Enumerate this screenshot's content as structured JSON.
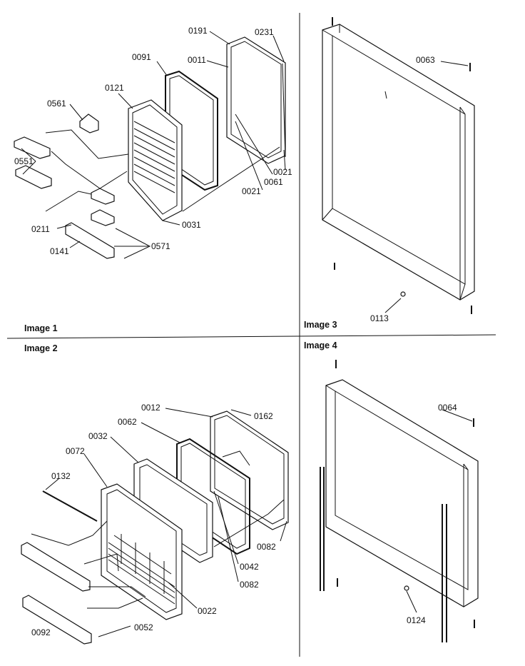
{
  "captions": {
    "image1": "Image 1",
    "image2": "Image 2",
    "image3": "Image 3",
    "image4": "Image 4"
  },
  "labels": {
    "p0191": "0191",
    "p0231": "0231",
    "p0091": "0091",
    "p0011": "0011",
    "p0121": "0121",
    "p0561": "0561",
    "p0551": "0551",
    "p0021a": "0021",
    "p0061": "0061",
    "p0021b": "0021",
    "p0031": "0031",
    "p0211": "0211",
    "p0571": "0571",
    "p0141": "0141",
    "p0063": "0063",
    "p0113": "0113",
    "p0012": "0012",
    "p0162": "0162",
    "p0062": "0062",
    "p0032": "0032",
    "p0072": "0072",
    "p0132": "0132",
    "p0082a": "0082",
    "p0042": "0042",
    "p0082b": "0082",
    "p0022": "0022",
    "p0052": "0052",
    "p0092": "0092",
    "p0064": "0064",
    "p0124": "0124"
  }
}
